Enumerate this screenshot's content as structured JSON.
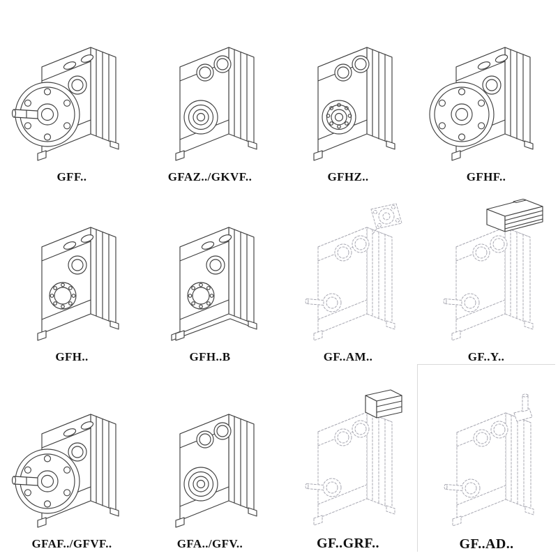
{
  "colors": {
    "line": "#3f3f3f",
    "ghost_line": "#a8a8b2",
    "background": "#ffffff"
  },
  "grid": {
    "rows": 3,
    "cols": 4,
    "cells": [
      {
        "label": "GFF..",
        "drawing": "gearbox-foot-mounted-flange-shaft"
      },
      {
        "label": "GFAZ../GKVF..",
        "drawing": "gearbox-hollow-bore"
      },
      {
        "label": "GFHZ..",
        "drawing": "gearbox-hollow-bore-shrink-disc"
      },
      {
        "label": "GFHF..",
        "drawing": "gearbox-flange-mounted"
      },
      {
        "label": "GFH..",
        "drawing": "gearbox-hollow-shaft"
      },
      {
        "label": "GFH..B",
        "drawing": "gearbox-hollow-shaft-base"
      },
      {
        "label": "GF..AM..",
        "drawing": "gearbox-input-adapter-flange-ghost"
      },
      {
        "label": "GF..Y..",
        "drawing": "gearbox-with-motor-ghost"
      },
      {
        "label": "GFAF../GFVF..",
        "drawing": "gearbox-foot-flange-shaft"
      },
      {
        "label": "GFA../GFV..",
        "drawing": "gearbox-hollow-bore-variant"
      },
      {
        "label": "GF..GRF..",
        "drawing": "gearbox-input-block-ghost"
      },
      {
        "label": "GF..AD..",
        "drawing": "gearbox-input-shaft-ghost"
      }
    ]
  }
}
